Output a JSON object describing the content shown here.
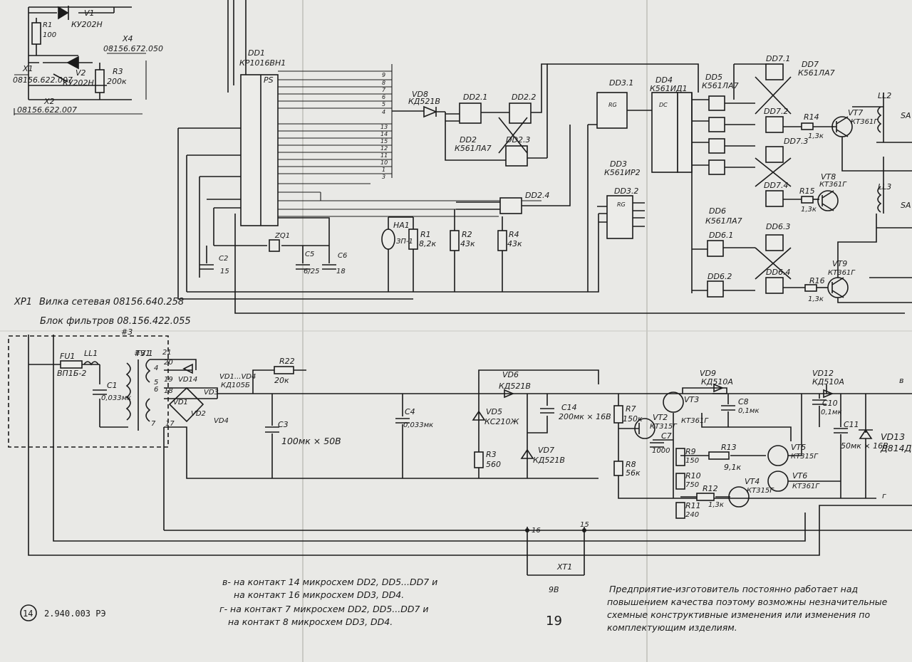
{
  "sheet": {
    "page_number": "19",
    "doc_code": "2.940.003 РЭ",
    "doc_index": "14"
  },
  "connectors": {
    "x1": "X1",
    "x1_code": "08156.622.007",
    "x2": "X2",
    "x2_code": "08156.622.007",
    "x4": "X4",
    "x4_code": "08156.672.050",
    "xp1_title": "XP1",
    "plug_title": "Вилка сетевая 08156.640.258",
    "filter_title": "Блок фильтров 08.156.422.055",
    "xt1": "XT1",
    "xt1_voltage": "9В"
  },
  "components": {
    "v1": "V1",
    "v1_type": "КУ202Н",
    "v2": "V2",
    "v2_type": "КУ202Н",
    "r1_top": "R1",
    "r1_top_val": "100",
    "r3_top": "R3",
    "r3_top_val": "200к",
    "dd1": "DD1",
    "dd1_type": "КР1016ВН1",
    "dd1_mark": "PS",
    "vd8": "VD8",
    "vd8_type": "КД521В",
    "dd21": "DD2.1",
    "dd22": "DD2.2",
    "dd23": "DD2.3",
    "dd24": "DD2.4",
    "dd2": "DD2",
    "dd2_type": "К561ЛА7",
    "dd31": "DD3.1",
    "dd32": "DD3.2",
    "dd3": "DD3",
    "dd3_type": "К561ИР2",
    "dd4": "DD4",
    "dd4_type": "К561ИД1",
    "dd5": "DD5",
    "dd5_type": "К561ЛА7",
    "dd6": "DD6",
    "dd6_type": "К561ЛА7",
    "dd7": "DD7",
    "dd7_type": "К561ЛА7",
    "dd71": "DD7.1",
    "dd72": "DD7.2",
    "dd73": "DD7.3",
    "dd74": "DD7.4",
    "dd61": "DD6.1",
    "dd62": "DD6.2",
    "dd63": "DD6.3",
    "dd64": "DD6.4",
    "r14": "R14",
    "r14_val": "1,3к",
    "r15": "R15",
    "r15_val": "1,3к",
    "r16": "R16",
    "r16_val": "1,3к",
    "vt7": "VT7",
    "vt7_type": "КТ361Г",
    "vt8": "VT8",
    "vt8_type": "КТ361Г",
    "vt9": "VT9",
    "vt9_type": "КТ361Г",
    "ll2": "LL2",
    "ll3": "LL3",
    "sa": "SA",
    "ha1": "HA1",
    "ha1_type": "ЗП-1",
    "r1": "R1",
    "r1_val": "8,2к",
    "r2": "R2",
    "r2_val": "43к",
    "r4": "R4",
    "r4_val": "43к",
    "c2": "C2",
    "c2_val": "15",
    "zq1": "ZQ1",
    "c5": "C5",
    "c5_val": "6/25",
    "c6": "C6",
    "c6_val": "18",
    "fu1": "FU1",
    "fu1_type": "ВП1Б-2",
    "ll1": "LL1",
    "c1": "C1",
    "c1_val": "0,033мк",
    "tv1": "TV1",
    "vd14": "VD14",
    "vd1_4": "VD1...VD4",
    "vd1_4_type": "КД105Б",
    "vd1": "VD1",
    "vd2": "VD2",
    "vd3": "VD3",
    "vd4": "VD4",
    "r22": "R22",
    "r22_val": "20к",
    "c3": "C3",
    "c3_val": "100мк × 50В",
    "c4": "C4",
    "c4_val": "0,033мк",
    "vd6": "VD6",
    "vd6_type": "КД521В",
    "vd5": "VD5",
    "vd5_type": "КС210Ж",
    "c14": "C14",
    "c14_val": "200мк × 16В",
    "r3": "R3",
    "r3_val": "560",
    "vd7": "VD7",
    "vd7_type": "КД521В",
    "r7": "R7",
    "r7_val": "150к",
    "r8": "R8",
    "r8_val": "56к",
    "vt2": "VT2",
    "vt2_type": "КТ315Г",
    "vt3": "VT3",
    "vt3_type": "КТ361Г",
    "c7": "C7",
    "c7_val": "1000",
    "vd9": "VD9",
    "vd9_type": "КД510А",
    "c8": "C8",
    "c8_val": "0,1мк",
    "r9": "R9",
    "r9_val": "150",
    "r13": "R13",
    "r13_val": "9,1к",
    "r10": "R10",
    "r10_val": "750",
    "r12": "R12",
    "r12_val": "1,3к",
    "r11": "R11",
    "r11_val": "240",
    "vt4": "VT4",
    "vt4_type": "КТ315Г",
    "vt5": "VT5",
    "vt5_type": "КТ315Г",
    "vt6": "VT6",
    "vt6_type": "КТ361Г",
    "vd12": "VD12",
    "vd12_type": "КД510А",
    "c10": "C10",
    "c10_val": "0,1мк",
    "c11": "C11",
    "c11_val": "50мк × 16В",
    "vd13": "VD13",
    "vd13_type": "Д814Д"
  },
  "nets": {
    "b": "в",
    "g": "г",
    "n15": "15",
    "n16": "16",
    "n18": "18",
    "n17": "17",
    "star3": "#3",
    "star31": "#3.1"
  },
  "notes": {
    "line1": "в- на контакт 14 микросхем DD2, DD5...DD7 и",
    "line2": "на контакт 16 микросхем DD3, DD4.",
    "line3": "г- на контакт 7 микросхем DD2, DD5...DD7 и",
    "line4": "на контакт 8 микросхем DD3, DD4.",
    "disclaimer1": "Предприятие-изготовитель постоянно работает над",
    "disclaimer2": "повышением качества поэтому возможны незначительные",
    "disclaimer3": "схемные конструктивные изменения или изменения по",
    "disclaimer4": "комплектующим изделиям."
  }
}
